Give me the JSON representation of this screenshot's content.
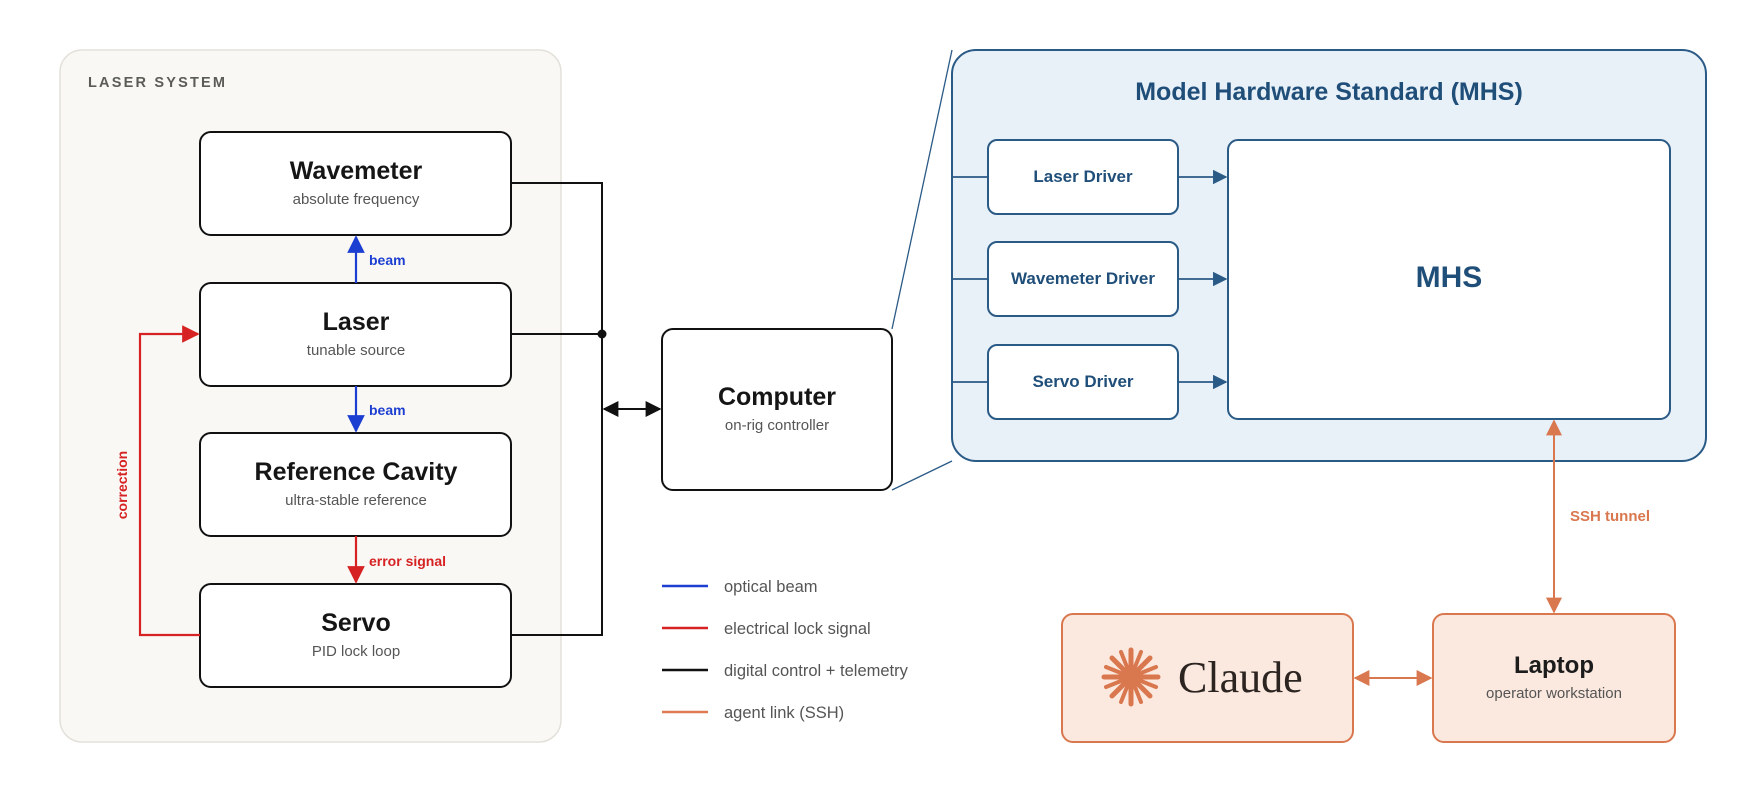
{
  "laser_system": {
    "title": "LASER SYSTEM",
    "nodes": {
      "wavemeter": {
        "title": "Wavemeter",
        "subtitle": "absolute frequency"
      },
      "laser": {
        "title": "Laser",
        "subtitle": "tunable source"
      },
      "cavity": {
        "title": "Reference Cavity",
        "subtitle": "ultra-stable reference"
      },
      "servo": {
        "title": "Servo",
        "subtitle": "PID lock loop"
      }
    },
    "edge_labels": {
      "beam_upper": "beam",
      "beam_lower": "beam",
      "error_signal": "error signal",
      "correction": "correction"
    }
  },
  "computer": {
    "title": "Computer",
    "subtitle": "on-rig controller"
  },
  "mhs_panel": {
    "title": "Model Hardware Standard (MHS)",
    "drivers": [
      "Laser Driver",
      "Wavemeter Driver",
      "Servo Driver"
    ],
    "core": "MHS"
  },
  "ssh_label": "SSH tunnel",
  "claude": {
    "name": "Claude"
  },
  "laptop": {
    "title": "Laptop",
    "subtitle": "operator workstation"
  },
  "legend": [
    {
      "label": "optical beam",
      "color": "#1d3fd1"
    },
    {
      "label": "electrical lock signal",
      "color": "#d62222"
    },
    {
      "label": "digital control + telemetry",
      "color": "#111111"
    },
    {
      "label": "agent link (SSH)",
      "color": "#e07a55"
    }
  ],
  "colors": {
    "optical": "#1d3fd1",
    "electrical": "#d62222",
    "digital": "#111111",
    "agent": "#d9774f",
    "mhs_blue": "#1f4e79",
    "claude_orange": "#d9774f"
  }
}
